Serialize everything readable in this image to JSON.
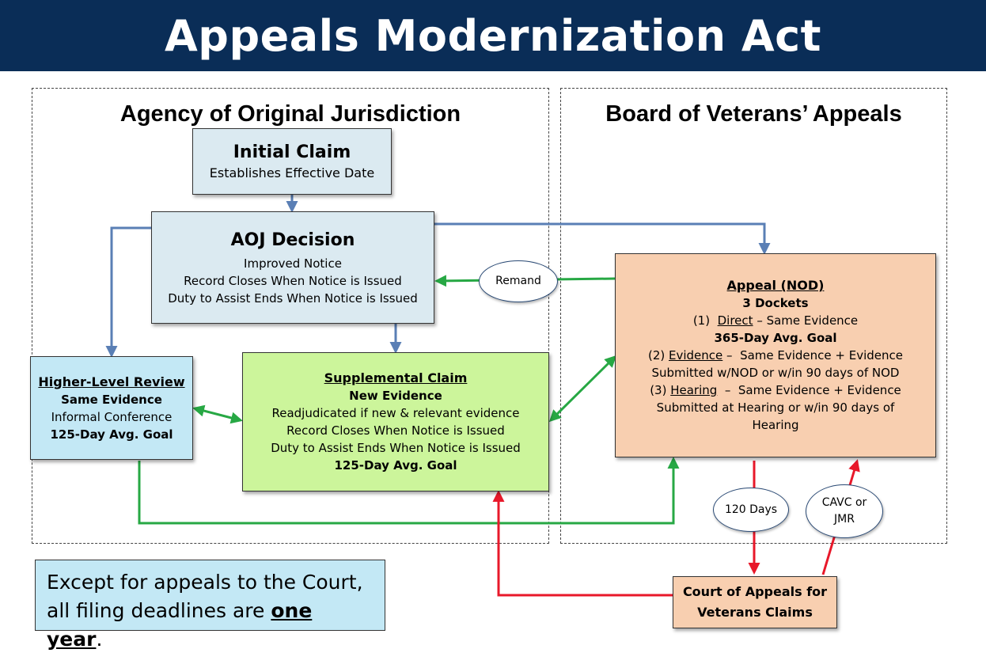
{
  "title": "Appeals Modernization Act",
  "regions": {
    "aoj_title": "Agency of Original Jurisdiction",
    "bva_title": "Board of Veterans’ Appeals"
  },
  "initial_claim": {
    "title": "Initial Claim",
    "subtitle": "Establishes Effective Date"
  },
  "aoj_decision": {
    "title": "AOJ Decision",
    "lines": [
      "Improved Notice",
      "Record Closes When Notice is Issued",
      "Duty to Assist Ends When Notice is Issued"
    ]
  },
  "higher_level_review": {
    "title": "Higher-Level Review",
    "line1": "Same Evidence",
    "line2": "Informal Conference",
    "line3": "125-Day Avg. Goal"
  },
  "supplemental_claim": {
    "title": "Supplemental Claim",
    "line1": "New Evidence",
    "line2": "Readjudicated if new & relevant evidence",
    "line3": "Record Closes When Notice is Issued",
    "line4": "Duty to Assist Ends When Notice is Issued",
    "line5": "125-Day Avg. Goal"
  },
  "appeal_nod": {
    "title": "Appeal (NOD)",
    "dockets": "3 Dockets",
    "direct_prefix": "(1)  ",
    "direct_label": "Direct",
    "direct_text": " – Same Evidence",
    "direct_goal": "365-Day Avg. Goal",
    "evidence_prefix": "(2) ",
    "evidence_label": "Evidence",
    "evidence_text": " –  Same Evidence + Evidence",
    "evidence_text2": "Submitted w/NOD or w/in 90 days of NOD",
    "hearing_prefix": "(3) ",
    "hearing_label": "Hearing",
    "hearing_text": "  –  Same Evidence + Evidence",
    "hearing_text2": "Submitted at Hearing or w/in 90 days of",
    "hearing_text3": "Hearing"
  },
  "ovals": {
    "remand": "Remand",
    "days": "120 Days",
    "cavc_line1": "CAVC or",
    "cavc_line2": "JMR"
  },
  "court": {
    "line1": "Court of Appeals for",
    "line2": "Veterans Claims"
  },
  "note": {
    "line1": "Except for appeals to the Court,",
    "line2_prefix": "all filing deadlines are ",
    "line2_emph": "one year",
    "line2_suffix": "."
  },
  "colors": {
    "banner": "#0a2d57",
    "blue_arrow": "#5a7fb5",
    "green_arrow": "#27a844",
    "red_arrow": "#e8182a"
  }
}
